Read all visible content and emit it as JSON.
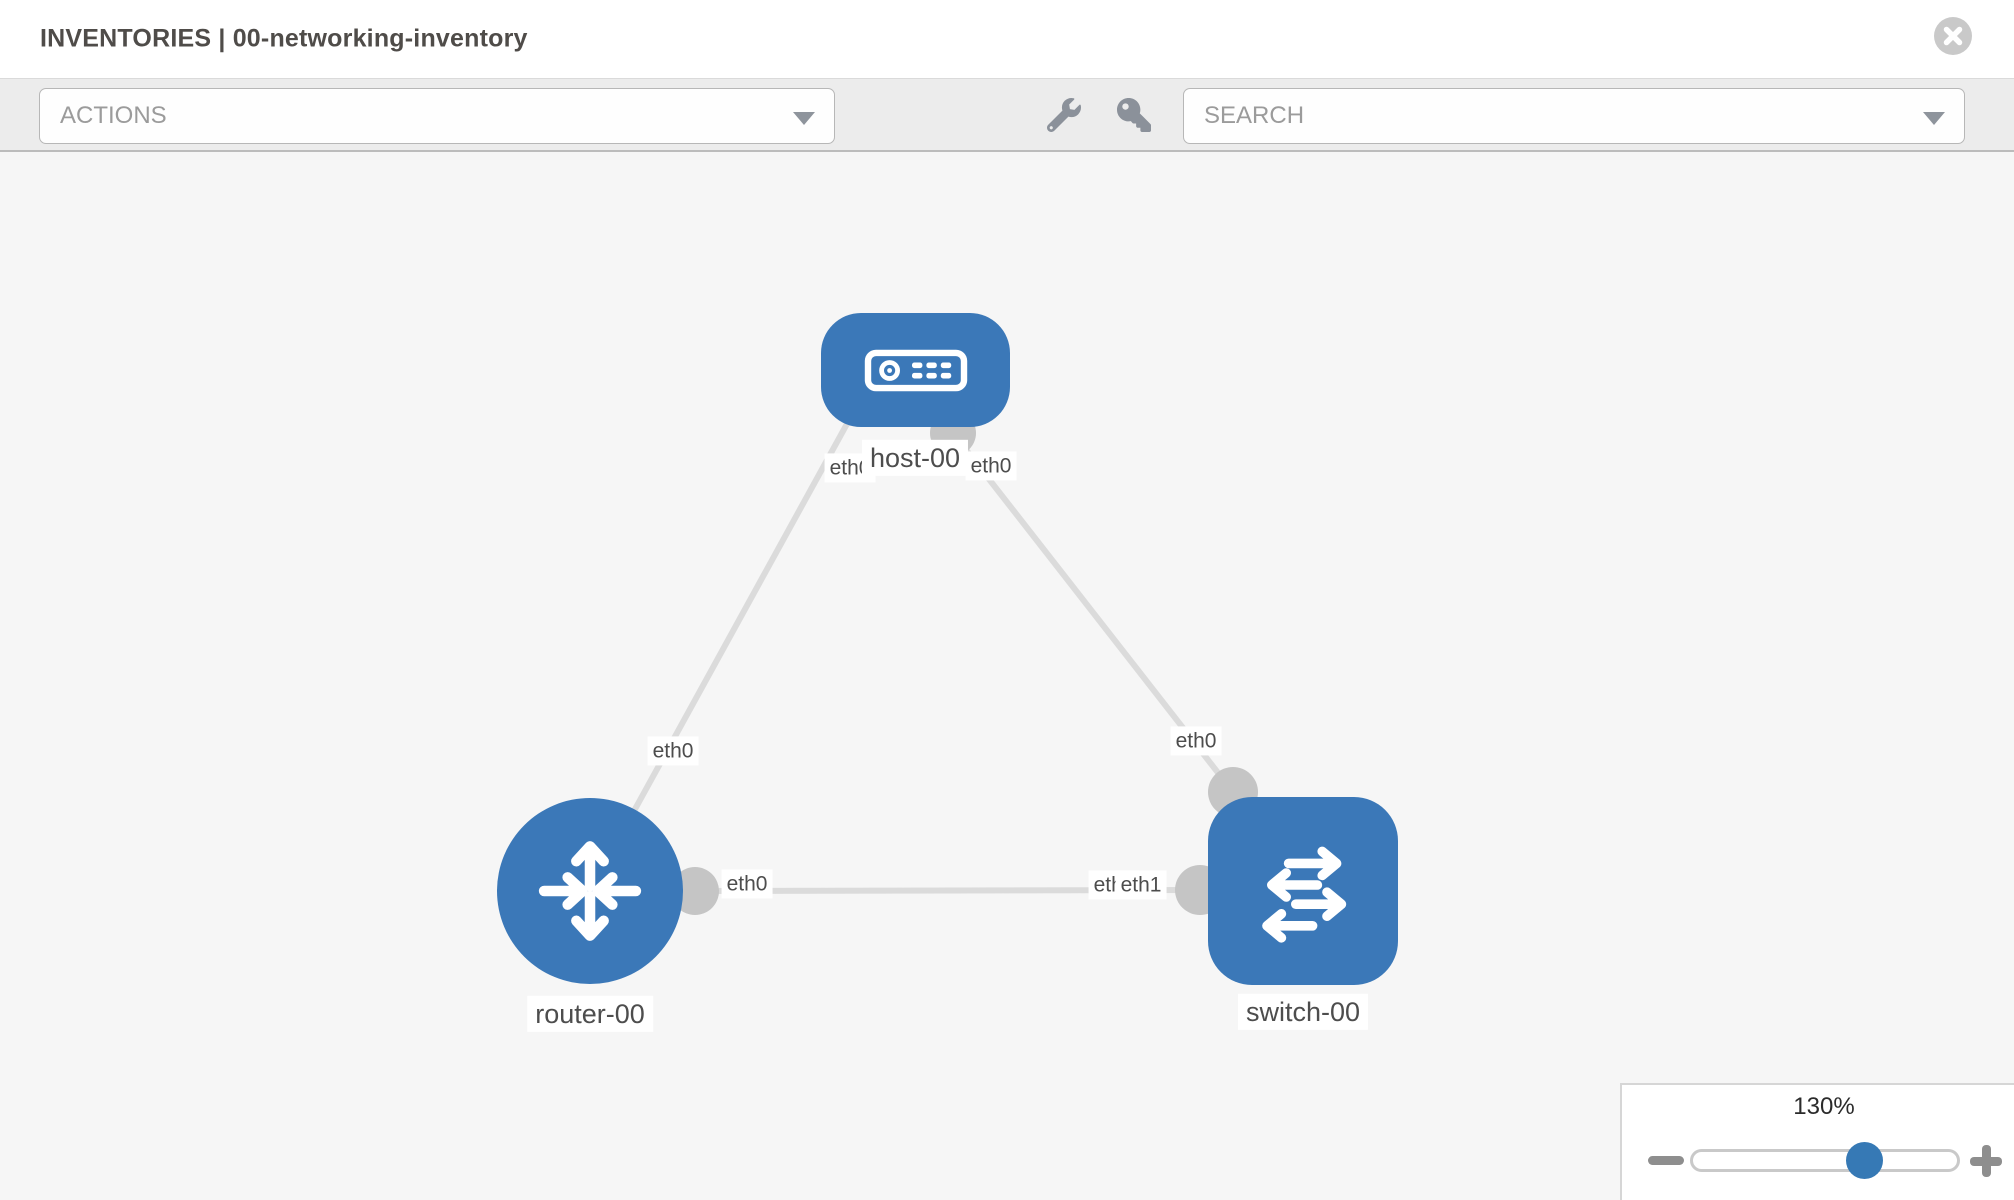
{
  "header": {
    "title": "INVENTORIES | 00-networking-inventory"
  },
  "toolbar": {
    "actions_placeholder": "ACTIONS",
    "search_placeholder": "SEARCH",
    "icons": [
      "wrench-icon",
      "key-icon",
      "chevron-down-icon"
    ]
  },
  "topology": {
    "nodes": [
      {
        "label": "host-00",
        "type": "host",
        "icon": "host-icon",
        "shape": "rounded-rect"
      },
      {
        "label": "router-00",
        "type": "router",
        "icon": "router-icon",
        "shape": "circle"
      },
      {
        "label": "switch-00",
        "type": "switch",
        "icon": "switch-icon",
        "shape": "rounded-square"
      }
    ],
    "links": [
      {
        "source": "host-00",
        "target": "router-00",
        "source_interface": "eth0",
        "target_interface": "eth0"
      },
      {
        "source": "host-00",
        "target": "switch-00",
        "source_interface": "eth0",
        "target_interface": "eth0"
      },
      {
        "source": "router-00",
        "target": "switch-00",
        "source_interface": "eth0",
        "target_interface": "eth1",
        "overlapping_label": "eth0"
      }
    ]
  },
  "zoom_control": {
    "value": "130%"
  },
  "colors": {
    "node_blue": "#3b78b8",
    "edge_gray": "#dbdbdb",
    "port_gray": "#c5c5c5",
    "canvas_bg": "#f6f6f6",
    "toolbar_bg": "#ececec",
    "placeholder_gray": "#9b9b9b",
    "title_gray": "#4f4c49",
    "slider_thumb_blue": "#3679b5"
  }
}
